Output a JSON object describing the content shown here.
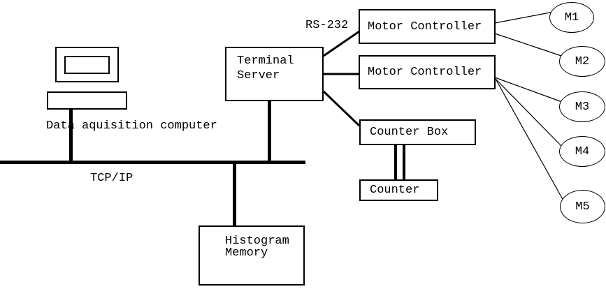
{
  "diagram": {
    "computer_label": "Data aquisition computer",
    "bus_label": "TCP/IP",
    "serial_label": "RS-232",
    "nodes": {
      "terminal_server": "Terminal\nServer",
      "motor_controller_1": "Motor Controller",
      "motor_controller_2": "Motor Controller",
      "counter_box": "Counter Box",
      "counter": "Counter",
      "histogram_memory": "Histogram\nMemory"
    },
    "motors": [
      "M1",
      "M2",
      "M3",
      "M4",
      "M5"
    ],
    "colors": {
      "line": "#000000",
      "background": "#ffffff"
    }
  }
}
